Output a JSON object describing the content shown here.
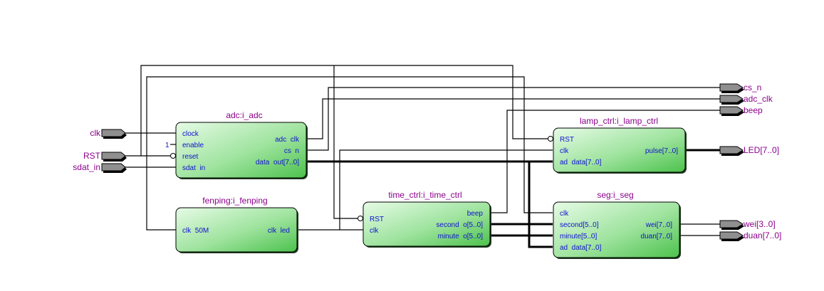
{
  "diagram": {
    "type": "rtl-schematic",
    "colors": {
      "block_gradient_start": "#e6fbe6",
      "block_gradient_end": "#4cc24c",
      "instance_label": "#8b008b",
      "port_label": "#1010d0",
      "pin_fill": "#8f8f8f",
      "wire": "#000000"
    },
    "input_pins": [
      {
        "id": "clk",
        "label": "clk"
      },
      {
        "id": "RST",
        "label": "RST"
      },
      {
        "id": "sdat_in",
        "label": "sdat_in"
      }
    ],
    "output_pins": [
      {
        "id": "cs_n",
        "label": "cs_n"
      },
      {
        "id": "adc_clk",
        "label": "adc_clk"
      },
      {
        "id": "beep",
        "label": "beep"
      },
      {
        "id": "LED",
        "label": "LED[7..0]"
      },
      {
        "id": "wei",
        "label": "wei[3..0]"
      },
      {
        "id": "duan",
        "label": "duan[7..0]"
      }
    ],
    "blocks": [
      {
        "id": "adc",
        "instance": "adc:i_adc",
        "inputs": [
          "clock",
          "enable",
          "reset",
          "sdat  in"
        ],
        "outputs": [
          "adc  clk",
          "cs  n",
          "data  out[7..0]"
        ],
        "constant": "1"
      },
      {
        "id": "fenping",
        "instance": "fenping:i_fenping",
        "inputs": [
          "clk  50M"
        ],
        "outputs": [
          "clk  led"
        ]
      },
      {
        "id": "time_ctrl",
        "instance": "time_ctrl:i_time_ctrl",
        "inputs": [
          "RST",
          "clk"
        ],
        "outputs": [
          "beep",
          "second  o[5..0]",
          "minute  o[5..0]"
        ]
      },
      {
        "id": "lamp_ctrl",
        "instance": "lamp_ctrl:i_lamp_ctrl",
        "inputs": [
          "RST",
          "clk",
          "ad  data[7..0]"
        ],
        "outputs": [
          "pulse[7..0]"
        ]
      },
      {
        "id": "seg",
        "instance": "seg:i_seg",
        "inputs": [
          "clk",
          "second[5..0]",
          "minute[5..0]",
          "ad  data[7..0]"
        ],
        "outputs": [
          "wei[7..0]",
          "duan[7..0]"
        ]
      }
    ]
  }
}
